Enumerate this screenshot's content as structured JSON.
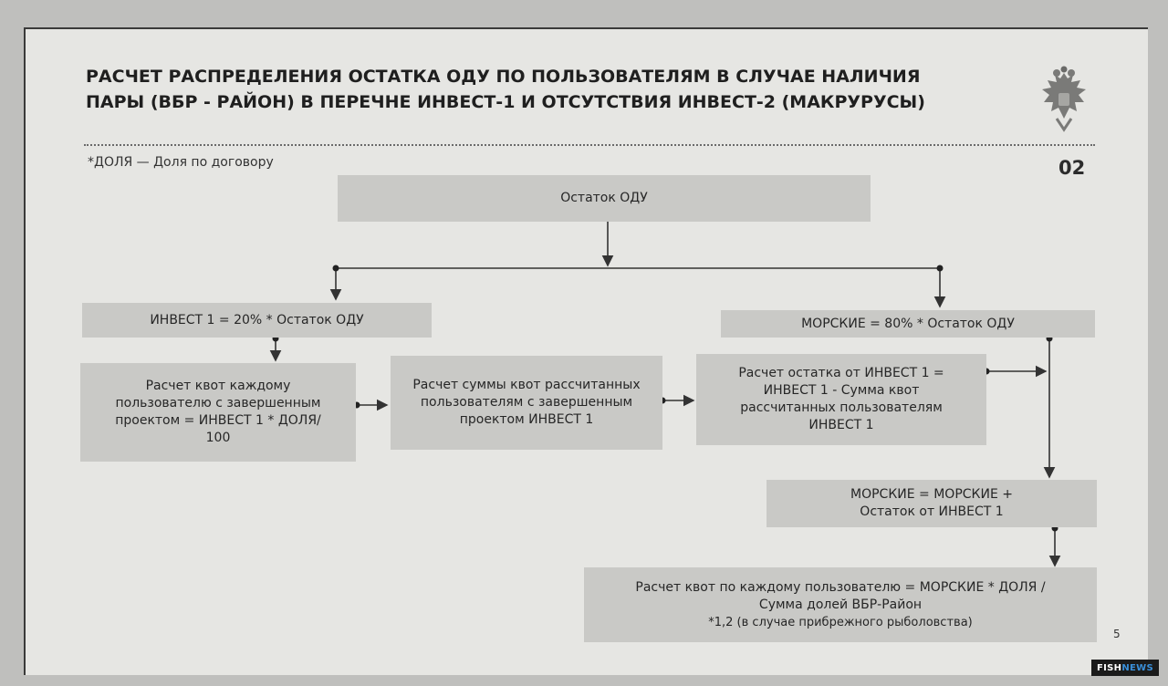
{
  "slide": {
    "title_line1": "РАСЧЕТ РАСПРЕДЕЛЕНИЯ ОСТАТКА ОДУ ПО ПОЛЬЗОВАТЕЛЯМ В СЛУЧАЕ НАЛИЧИЯ",
    "title_line2": "ПАРЫ (ВБР - РАЙОН) В ПЕРЕЧНЕ ИНВЕСТ-1 И ОТСУТСТВИЯ ИНВЕСТ-2 (МАКРУРУСЫ)",
    "footnote": "*ДОЛЯ — Доля по договору",
    "page_code": "02",
    "slide_number": "5"
  },
  "nodes": {
    "remainder": "Остаток ОДУ",
    "invest1": "ИНВЕСТ 1 = 20% * Остаток ОДУ",
    "sea": "МОРСКИЕ  = 80% * Остаток ОДУ",
    "quota_calc_line1": "Расчет квот  каждому",
    "quota_calc_line2": "пользователю с завершенным",
    "quota_calc_line3": "проектом = ИНВЕСТ 1 * ДОЛЯ/",
    "quota_calc_line4": "100",
    "sum_calc_line1": "Расчет  суммы квот рассчитанных",
    "sum_calc_line2": "пользователям с завершенным",
    "sum_calc_line3": "проектом ИНВЕСТ 1",
    "invest_rest_line1": "Расчет остатка от ИНВЕСТ 1  =",
    "invest_rest_line2": "ИНВЕСТ 1 - Сумма квот",
    "invest_rest_line3": "рассчитанных  пользователям",
    "invest_rest_line4": "ИНВЕСТ 1",
    "sea_update_line1": "МОРСКИЕ = МОРСКИЕ +",
    "sea_update_line2": "Остаток от ИНВЕСТ 1",
    "final_line1": "Расчет квот  по каждому пользователю  = МОРСКИЕ  * ДОЛЯ /",
    "final_line2": "Сумма долей ВБР-Район",
    "final_note": "*1,2 (в случае прибрежного рыболовства)"
  },
  "watermark": {
    "part1": "FISH",
    "part2": "NEWS"
  }
}
